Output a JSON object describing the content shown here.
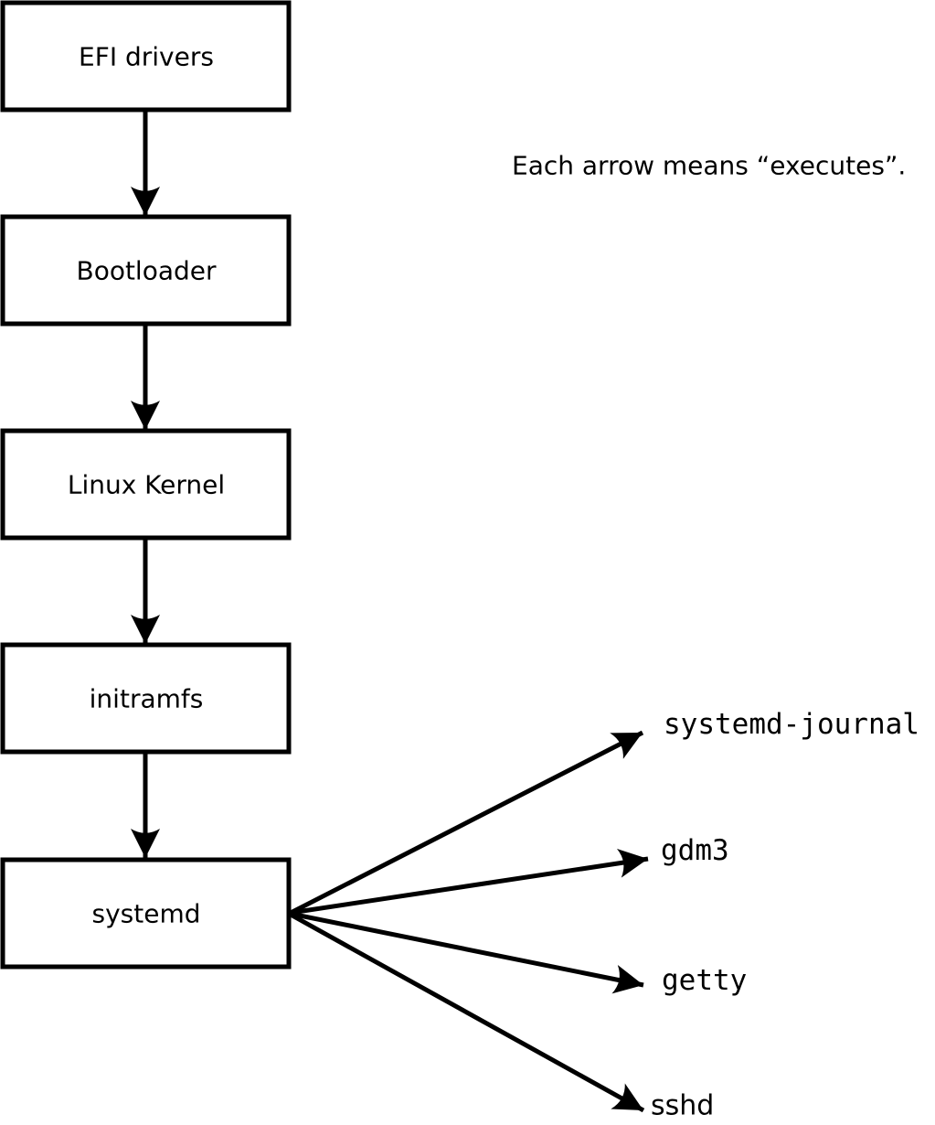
{
  "note": "Each arrow means “executes”.",
  "diagram": {
    "boxes": [
      {
        "label": "EFI drivers"
      },
      {
        "label": "Bootloader"
      },
      {
        "label": "Linux Kernel"
      },
      {
        "label": "initramfs"
      },
      {
        "label": "systemd"
      }
    ],
    "targets": [
      {
        "label": "systemd-journal"
      },
      {
        "label": "gdm3"
      },
      {
        "label": "getty"
      },
      {
        "label": "sshd"
      }
    ]
  },
  "colors": {
    "background": "#ffffff",
    "box_fill": "#ffffff",
    "stroke": "#000000",
    "text": "#000000"
  }
}
